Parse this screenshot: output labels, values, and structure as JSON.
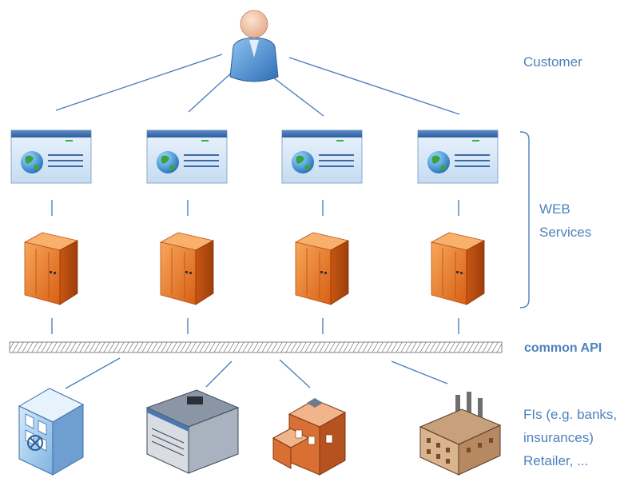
{
  "labels": {
    "customer": "Customer",
    "web_services_line1": "WEB",
    "web_services_line2": "Services",
    "common_api": "common API",
    "fis_line1": "FIs (e.g. banks,",
    "fis_line2": "insurances)",
    "fis_line3": "Retailer, ..."
  },
  "icons": {
    "customer": "person-icon",
    "web_pages": [
      "browser-window-icon",
      "browser-window-icon",
      "browser-window-icon",
      "browser-window-icon"
    ],
    "servers": [
      "server-icon",
      "server-icon",
      "server-icon",
      "server-icon"
    ],
    "institutions": [
      "office-building-icon",
      "warehouse-icon",
      "shopping-center-icon",
      "factory-icon"
    ]
  },
  "colors": {
    "label_text": "#4f81bd",
    "connector": "#4f81bd",
    "server_orange": "#e8772e",
    "browser_blue": "#3d6aa8"
  }
}
